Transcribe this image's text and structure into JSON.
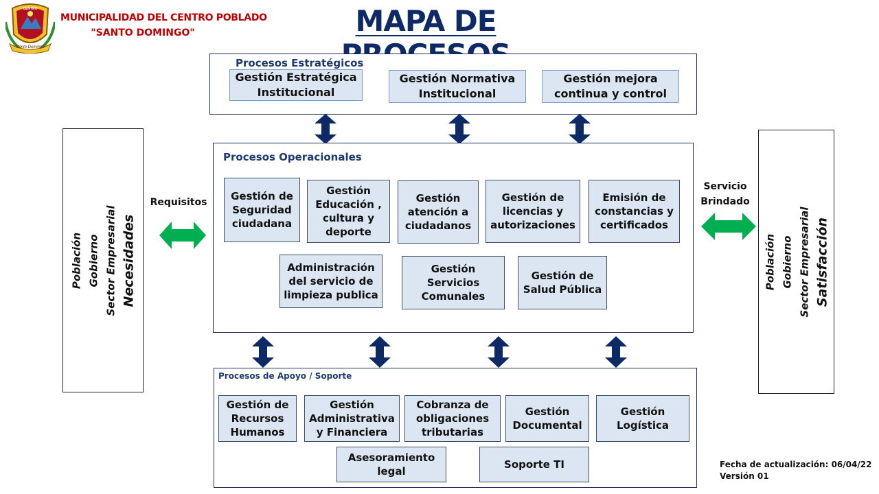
{
  "header": {
    "org_line1": "MUNICIPALIDAD DEL CENTRO POBLADO",
    "org_line2": "\"SANTO DOMINGO\"",
    "title": "MAPA DE PROCESOS",
    "logo_text_top": "CENTRO",
    "logo_text_bottom": "Santo Domingo"
  },
  "strategic": {
    "title": "Procesos Estratégicos",
    "boxes": [
      "Gestión Estratégica\nInstitucional",
      "Gestión Normativa\nInstitucional",
      "Gestión mejora\ncontinua y control"
    ]
  },
  "operational": {
    "title": "Procesos Operacionales",
    "boxes": [
      "Gestión de\nSeguridad\nciudadana",
      "Gestión\nEducación ,\ncultura y\ndeporte",
      "Gestión\natención a\nciudadanos",
      "Gestión de\nlicencias y\nautorizaciones",
      "Emisión  de\nconstancias y\ncertificados",
      "Administración\ndel servicio de\nlimpieza publica",
      "Gestión\nServicios\nComunales",
      "Gestión de\nSalud Pública"
    ]
  },
  "support": {
    "title": "Procesos de Apoyo / Soporte",
    "boxes": [
      "Gestión de\nRecursos\nHumanos",
      "Gestión\nAdministrativa\ny Financiera",
      "Cobranza de\nobligaciones\ntributarias",
      "Gestión\nDocumental",
      "Gestión\nLogística",
      "Asesoramiento\nlegal",
      "Soporte TI"
    ]
  },
  "left_panel": {
    "line1": "Población",
    "line2": "Gobierno",
    "line3": "Sector Empresarial",
    "line4": "Necesidades"
  },
  "right_panel": {
    "line1": "Población",
    "line2": "Gobierno",
    "line3": "Sector Empresarial",
    "line4": "Satisfacción"
  },
  "labels": {
    "input": "Requisitos",
    "output": "Servicio\nBrindado"
  },
  "footer": {
    "date": "Fecha de actualización: 06/04/22",
    "version": "Versión 01"
  },
  "colors": {
    "box_fill": "#dce6f2",
    "title_blue": "#1f3a6e",
    "arrow_navy": "#0e2a66",
    "arrow_green": "#00b050",
    "org_red": "#c00000"
  }
}
